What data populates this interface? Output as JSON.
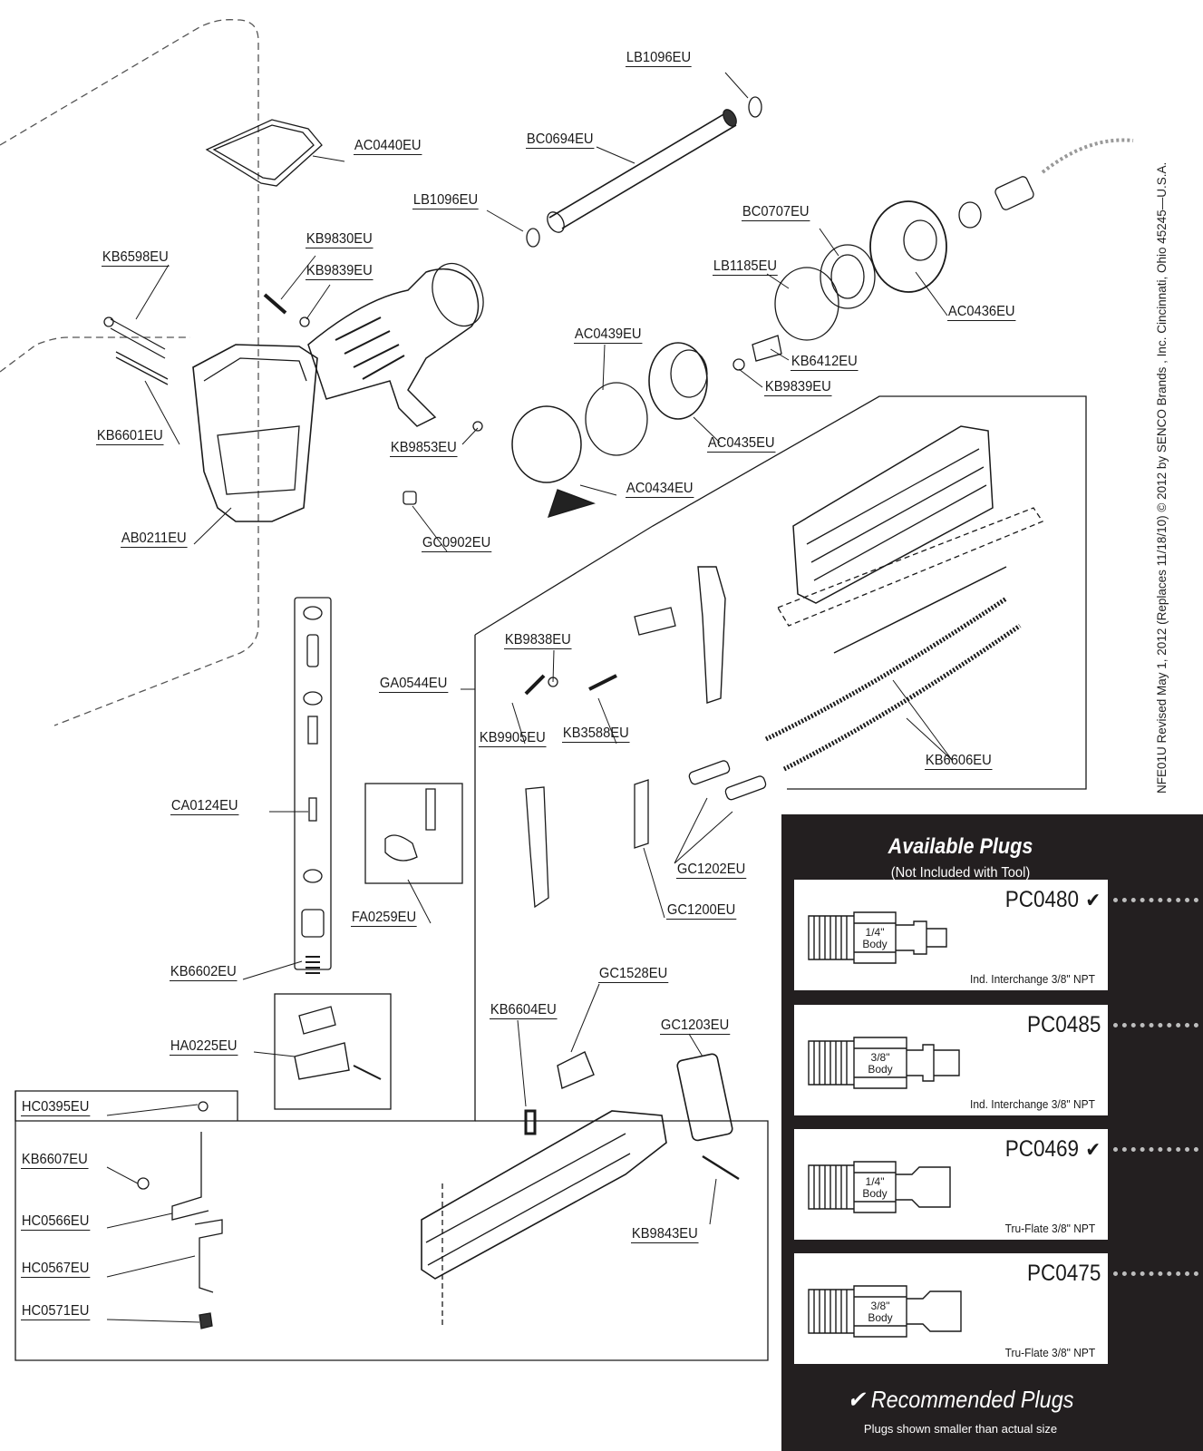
{
  "parts": [
    {
      "id": "LB1096EU-top",
      "code": "LB1096EU"
    },
    {
      "id": "AC0440EU",
      "code": "AC0440EU"
    },
    {
      "id": "BC0694EU",
      "code": "BC0694EU"
    },
    {
      "id": "LB1096EU-mid",
      "code": "LB1096EU"
    },
    {
      "id": "BC0707EU",
      "code": "BC0707EU"
    },
    {
      "id": "KB9830EU",
      "code": "KB9830EU"
    },
    {
      "id": "KB6598EU",
      "code": "KB6598EU"
    },
    {
      "id": "KB9839EU-a",
      "code": "KB9839EU"
    },
    {
      "id": "LB1185EU",
      "code": "LB1185EU"
    },
    {
      "id": "AC0436EU",
      "code": "AC0436EU"
    },
    {
      "id": "AC0439EU",
      "code": "AC0439EU"
    },
    {
      "id": "KB6412EU",
      "code": "KB6412EU"
    },
    {
      "id": "KB9839EU-b",
      "code": "KB9839EU"
    },
    {
      "id": "KB6601EU",
      "code": "KB6601EU"
    },
    {
      "id": "KB9853EU",
      "code": "KB9853EU"
    },
    {
      "id": "AC0435EU",
      "code": "AC0435EU"
    },
    {
      "id": "AC0434EU",
      "code": "AC0434EU"
    },
    {
      "id": "AB0211EU",
      "code": "AB0211EU"
    },
    {
      "id": "GC0902EU",
      "code": "GC0902EU"
    },
    {
      "id": "KB9838EU",
      "code": "KB9838EU"
    },
    {
      "id": "GA0544EU",
      "code": "GA0544EU"
    },
    {
      "id": "KB9905EU",
      "code": "KB9905EU"
    },
    {
      "id": "KB3588EU",
      "code": "KB3588EU"
    },
    {
      "id": "KB6606EU",
      "code": "KB6606EU"
    },
    {
      "id": "CA0124EU",
      "code": "CA0124EU"
    },
    {
      "id": "GC1202EU",
      "code": "GC1202EU"
    },
    {
      "id": "FA0259EU",
      "code": "FA0259EU"
    },
    {
      "id": "GC1200EU",
      "code": "GC1200EU"
    },
    {
      "id": "KB6602EU",
      "code": "KB6602EU"
    },
    {
      "id": "GC1528EU",
      "code": "GC1528EU"
    },
    {
      "id": "KB6604EU",
      "code": "KB6604EU"
    },
    {
      "id": "GC1203EU",
      "code": "GC1203EU"
    },
    {
      "id": "HA0225EU",
      "code": "HA0225EU"
    },
    {
      "id": "HC0395EU",
      "code": "HC0395EU"
    },
    {
      "id": "KB6607EU",
      "code": "KB6607EU"
    },
    {
      "id": "KB9843EU",
      "code": "KB9843EU"
    },
    {
      "id": "HC0566EU",
      "code": "HC0566EU"
    },
    {
      "id": "HC0567EU",
      "code": "HC0567EU"
    },
    {
      "id": "HC0571EU",
      "code": "HC0571EU"
    }
  ],
  "side_text": "NFE01U Revised May 1, 2012 (Replaces 11/18/10) © 2012                   by SENCO Brands   , Inc.  Cincinnati, Ohio 45245—U.S.A.",
  "plugs_panel": {
    "title": "Available Plugs",
    "subtitle": "(Not Included with Tool)",
    "check_mark": "✔",
    "recommended": "✔ Recommended Plugs",
    "note": "Plugs shown smaller than actual size",
    "plugs": [
      {
        "code": "PC0480",
        "recommended": true,
        "body": "1/4\"\nBody",
        "type": "Ind. Interchange 3/8\" NPT"
      },
      {
        "code": "PC0485",
        "recommended": false,
        "body": "3/8\"\nBody",
        "type": "Ind. Interchange 3/8\" NPT"
      },
      {
        "code": "PC0469",
        "recommended": true,
        "body": "1/4\"\nBody",
        "type": "Tru-Flate 3/8\" NPT"
      },
      {
        "code": "PC0475",
        "recommended": false,
        "body": "3/8\"\nBody",
        "type": "Tru-Flate 3/8\" NPT"
      }
    ]
  },
  "colors": {
    "ink": "#1a1a1a",
    "panel": "#231f20",
    "dots": "#bdbdbd"
  }
}
